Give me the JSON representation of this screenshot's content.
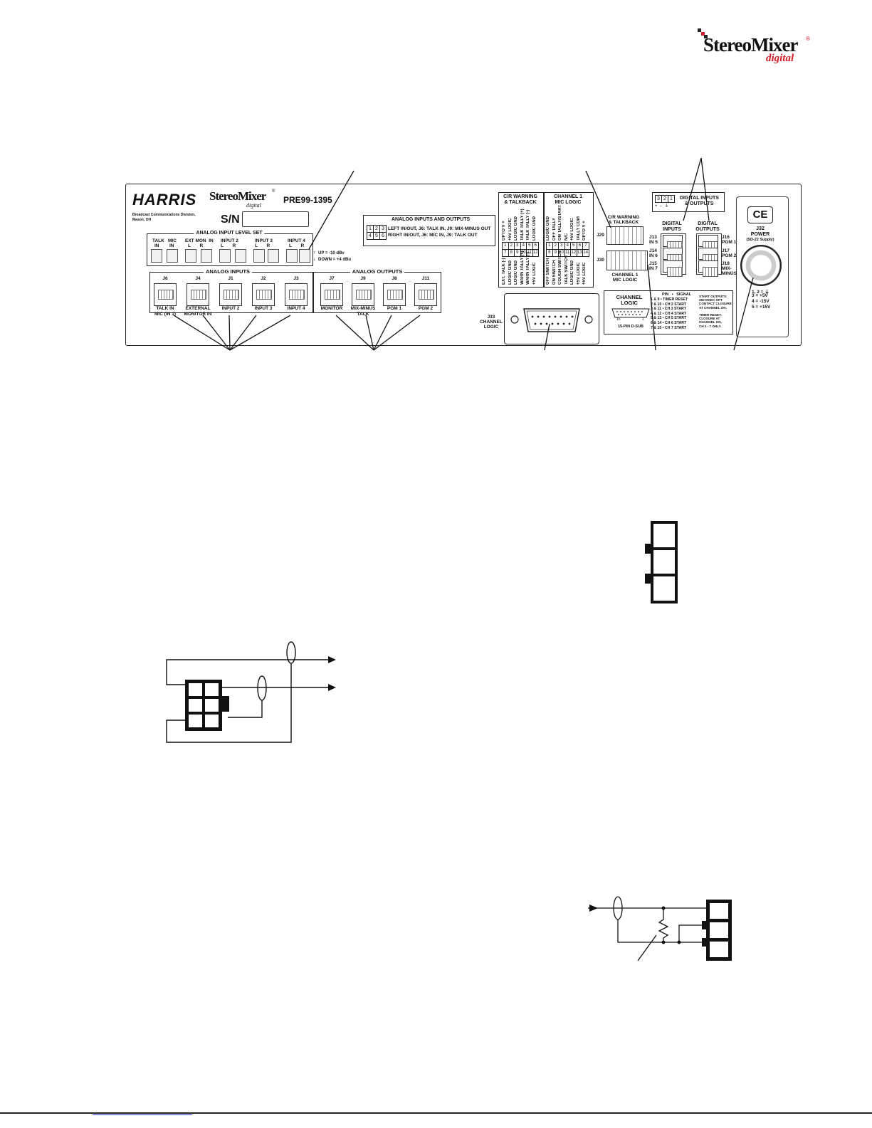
{
  "brand_logo": {
    "name": "StereoMixer",
    "sub": "digital",
    "reg": "®"
  },
  "panel": {
    "maker": "HARRIS",
    "maker_lines": [
      "Broadcast Communications Division,",
      "Mason, OH"
    ],
    "product_logo": {
      "name": "StereoMixer",
      "sub": "digital",
      "reg": "®"
    },
    "part_number": "PRE99-1395",
    "sn_label": "S/N",
    "analog_input_level_set": {
      "title": "ANALOG INPUT LEVEL SET",
      "groups": [
        {
          "name": "TALK",
          "sub": "IN"
        },
        {
          "name": "MIC",
          "sub": "IN"
        },
        {
          "name": "EXT MON  IN",
          "sub": "L       R"
        },
        {
          "name": "INPUT 2",
          "sub": "L       R"
        },
        {
          "name": "INPUT 3",
          "sub": "L       R"
        },
        {
          "name": "INPUT 4",
          "sub": "L       R"
        }
      ],
      "legend_up": "UP = -10 dBv",
      "legend_down": "DOWN = +4 dBu"
    },
    "analog_io_box": {
      "title": "ANALOG INPUTS AND OUTPUTS",
      "row1_pins": [
        "1",
        "2",
        "3"
      ],
      "row2_pins": [
        "4",
        "5",
        "6"
      ],
      "line1": "LEFT IN/OUT, J6: TALK IN, J9: MIX-MINUS OUT",
      "line2": "RIGHT IN/OUT, J6: MIC IN, J9: TALK OUT"
    },
    "analog_inputs": {
      "title": "ANALOG INPUTS",
      "jacks": [
        {
          "id": "J6",
          "label": [
            "TALK IN",
            "MIC (IN 1)"
          ]
        },
        {
          "id": "J4",
          "label": [
            "EXTERNAL",
            "MONITOR IN"
          ]
        },
        {
          "id": "J1",
          "label": [
            "INPUT 2"
          ]
        },
        {
          "id": "J2",
          "label": [
            "INPUT 3"
          ]
        },
        {
          "id": "J3",
          "label": [
            "INPUT 4"
          ]
        }
      ]
    },
    "analog_outputs": {
      "title": "ANALOG OUTPUTS",
      "jacks": [
        {
          "id": "J7",
          "label": [
            "MONITOR"
          ]
        },
        {
          "id": "J9",
          "label": [
            "MIX-MINUS",
            "TALK"
          ]
        },
        {
          "id": "J8",
          "label": [
            "PGM 1"
          ]
        },
        {
          "id": "J11",
          "label": [
            "PGM 2"
          ]
        }
      ]
    },
    "cr_warning": {
      "title": [
        "C/R WARNING",
        "& TALKBACK"
      ],
      "top_signals": [
        "OPTO V +",
        "+5V LOGIC",
        "LOGIC GND",
        "TALK TALLY (+)",
        "TALK TALLY (-)",
        "LOGIC GND"
      ],
      "row1": [
        "1",
        "2",
        "3",
        "4",
        "5",
        "6"
      ],
      "row2": [
        "7",
        "8",
        "9",
        "10",
        "11",
        "12"
      ],
      "bottom_signals": [
        "EXT. TALK (-)",
        "LOGIC GND",
        "LOGIC GND",
        "WARN TALLY (+)",
        "WARN TALLY (-)",
        "+5V LOGIC"
      ]
    },
    "channel1_logic": {
      "title": [
        "CHANNEL 1",
        "MIC LOGIC"
      ],
      "top_signals": [
        "LOGIC GND",
        "OFF TALLY",
        "ON TALLY/START",
        "N/C",
        "+5V LOGIC",
        "TALLY COM",
        "OPTO V +"
      ],
      "row1": [
        "1",
        "2",
        "3",
        "4",
        "5",
        "6",
        "7"
      ],
      "row2": [
        "8",
        "9",
        "10",
        "11",
        "12",
        "13",
        "14"
      ],
      "bottom_signals": [
        "OFF SWITCH",
        "ON SWITCH",
        "COUGH SWITCH",
        "TALK SWITCH",
        "LOGIC GND",
        "+5V LOGIC",
        "+5V LOGIC"
      ]
    },
    "j29_label": "J29",
    "j30_label": "J30",
    "cr_header_label": [
      "C/R WARNING",
      "& TALKBACK"
    ],
    "ch1_header_label": [
      "CHANNEL 1",
      "MIC LOGIC"
    ],
    "digital_io_box": {
      "pins": [
        "3",
        "2",
        "1"
      ],
      "marks": "+  –  ⏚",
      "title": [
        "DIGITAL INPUTS",
        "& OUTPUTS"
      ]
    },
    "digital_inputs": {
      "title": [
        "DIGITAL",
        "INPUTS"
      ],
      "jacks": [
        {
          "id": "J13",
          "label": "IN 5"
        },
        {
          "id": "J14",
          "label": "IN 6"
        },
        {
          "id": "J15",
          "label": "IN 7"
        }
      ]
    },
    "digital_outputs": {
      "title": [
        "DIGITAL",
        "OUTPUTS"
      ],
      "jacks": [
        {
          "id": "J16",
          "label": "PGM 1"
        },
        {
          "id": "J17",
          "label": "PGM 2"
        },
        {
          "id": "J18",
          "label": "MIX-"
        },
        {
          "id": "",
          "label": "MINUS"
        }
      ]
    },
    "ce_mark": "CE",
    "power": {
      "title": [
        "J32",
        "POWER"
      ],
      "supply": "(SD-22 Supply)",
      "pins": [
        "1, 2 = ⏚",
        "3 = +5V",
        "4 = -15V",
        "5 = +15V"
      ]
    },
    "j33": {
      "label": [
        "J33",
        "CHANNEL",
        "LOGIC"
      ]
    },
    "channel_logic_box": {
      "title": [
        "CHANNEL",
        "LOGIC"
      ],
      "dsub_label": "15-PIN D-SUB",
      "dsub_pins": [
        "15",
        "1"
      ],
      "header": "PIN   •   SIGNAL",
      "rows": [
        "1 & 9 • TIMER RESET",
        "2 & 10 • CH 2 START",
        "3 & 11 • CH 3 START",
        "4 & 12 • CH 4 START",
        "5 & 13 • CH 5 START",
        "6 & 14 • CH 6 START",
        "7 & 15 • CH 7 START"
      ],
      "notes1": [
        "START OUTPUTS:",
        "250 MSEC OPT",
        "CONTACT CLOSURE",
        "AT CHANNEL ON."
      ],
      "notes2": [
        "TIMER RESET:",
        "CLOSURE AT",
        "CHANNEL ON,",
        "CH 2 - 7 ONLY."
      ]
    }
  }
}
